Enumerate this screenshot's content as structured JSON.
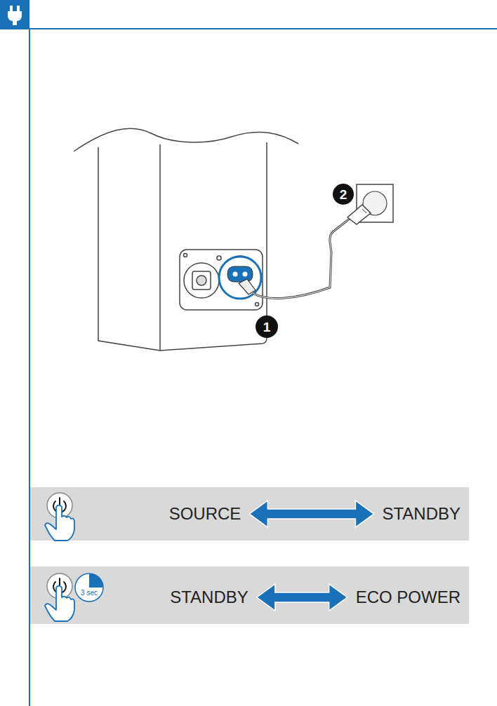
{
  "diagram": {
    "nodes": [
      {},
      {
        "text": [
          "SOURCE"
        ],
        "in": 0
      },
      {
        "text": [
          "STANDBY"
        ],
        "in": 0
      },
      {},
      {
        "text": [
          "STANDBY"
        ],
        "in": 3
      },
      {
        "text": [
          "ECO POWER"
        ],
        "in": 3
      }
    ],
    "edges": [
      {
        "from": 1,
        "to": 2,
        "arrow": "both"
      },
      {
        "from": 4,
        "to": 5,
        "arrow": "both"
      }
    ],
    "labels": [
      "2",
      "1",
      "3 sec"
    ]
  }
}
